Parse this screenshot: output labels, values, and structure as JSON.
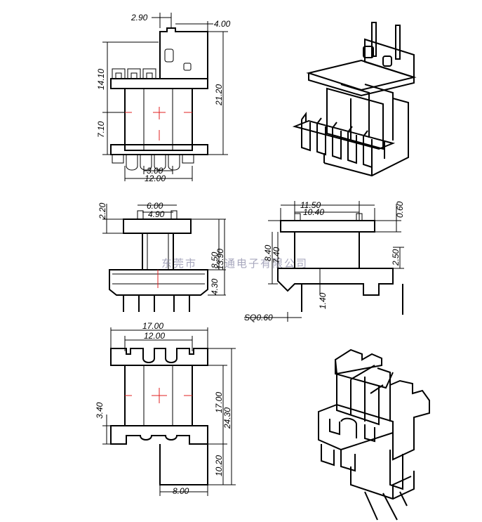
{
  "watermark": "东莞市",
  "watermark_tail": "通电子有限公司",
  "top_view": {
    "dim_2_90": "2.90",
    "dim_4_00": "4.00",
    "dim_14_10": "14.10",
    "dim_7_10": "7.10",
    "dim_21_20": "21.20",
    "dim_3_00": "3.00",
    "dim_12_00": "12.00"
  },
  "front_view": {
    "dim_2_20": "2.20",
    "dim_6_00": "6.00",
    "dim_4_90": "4.90",
    "dim_8_50": "8.50",
    "dim_13_90": "13.90",
    "dim_4_30": "4.30"
  },
  "side_view": {
    "dim_11_50": "11.50",
    "dim_10_40": "10.40",
    "dim_0_60": "0.60",
    "dim_8_40": "8.40",
    "dim_7_40": "7.40",
    "dim_2_50": "2.50",
    "dim_1_40": "1.40",
    "dim_sq": "SQ0.60"
  },
  "bottom_view": {
    "dim_17_00_top": "17.00",
    "dim_12_00": "12.00",
    "dim_3_40": "3.40",
    "dim_17_00_side": "17.00",
    "dim_24_30": "24.30",
    "dim_10_20": "10.20",
    "dim_8_00": "8.00"
  }
}
